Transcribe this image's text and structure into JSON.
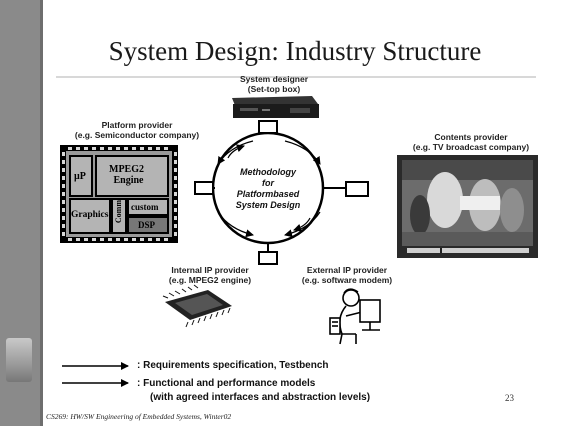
{
  "slide": {
    "title": "System Design: Industry Structure",
    "page_number": "23",
    "footer": "CS269: HW/SW Engineering of Embedded Systems, Winter02"
  },
  "system_designer": {
    "line1": "System designer",
    "line2": "(Set-top box)"
  },
  "platform_provider": {
    "line1": "Platform provider",
    "line2": "(e.g. Semiconductor company)"
  },
  "contents_provider": {
    "line1": "Contents provider",
    "line2": "(e.g. TV broadcast company)"
  },
  "internal_ip": {
    "line1": "Internal IP provider",
    "line2": "(e.g. MPEG2 engine)"
  },
  "external_ip": {
    "line1": "External IP provider",
    "line2": "(e.g. software modem)"
  },
  "methodology": {
    "line1": "Methodology",
    "line2": "for",
    "line3": "Platformbased",
    "line4": "System Design"
  },
  "chip_blocks": {
    "up": "µP",
    "mpeg2_line1": "MPEG2",
    "mpeg2_line2": "Engine",
    "graphics": "Graphics",
    "comm": "Comm",
    "custom": "custom",
    "dsp": "DSP"
  },
  "legend": {
    "line1": ": Requirements specification,  Testbench",
    "line2": ": Functional and performance models",
    "line3": "(with agreed interfaces and abstraction levels)"
  }
}
